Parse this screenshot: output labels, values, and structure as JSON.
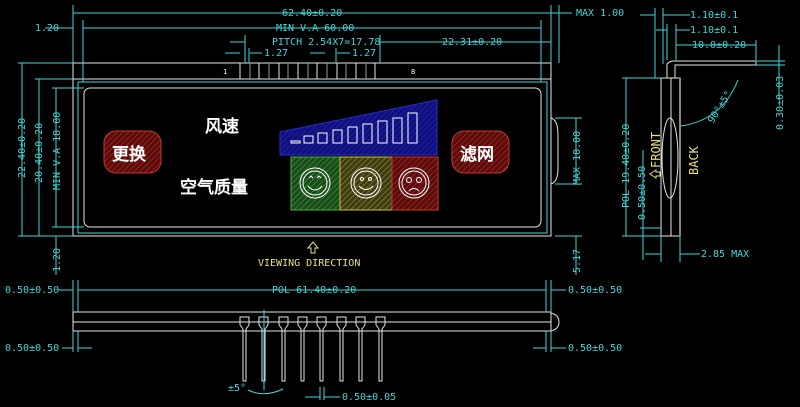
{
  "drawing": {
    "background": "#000000",
    "colors": {
      "dimension": "#3fd6d6",
      "outline": "#e6e6e6",
      "annotation": "#e8e07a",
      "icon_red": "#8b1414",
      "icon_blue": "#1a1aa0",
      "icon_green": "#2f9a2f",
      "icon_yellow": "#8d8a2a"
    },
    "front_view": {
      "dimensions": {
        "overall_width": "62.40±0.20",
        "min_va_width": "MIN V.A 60.00",
        "pitch": "PITCH 2.54X7=17.78",
        "pin_offset": "22.31±0.20",
        "pin_width_left": "1.27",
        "pin_width_right": "1.27",
        "left_margin": "1.20",
        "max_thickness": "MAX 1.00",
        "overall_height": "22.40±0.20",
        "inner_height": "20.40±0.20",
        "min_va_height": "MIN V.A 18.00",
        "bottom_margin": "1.20",
        "max_10": "MAX 10.00",
        "offset_517": "5.17"
      },
      "pin_labels": {
        "first": "1",
        "last": "8"
      },
      "display": {
        "icon_replace": "更换",
        "icon_filter": "滤网",
        "label_wind_speed": "风速",
        "label_air_quality": "空气质量",
        "wind_speed_bars": 9,
        "air_quality_faces": [
          "good",
          "moderate",
          "bad"
        ]
      },
      "viewing_direction": "VIEWING DIRECTION"
    },
    "side_view": {
      "dimensions": {
        "top_a": "1.10±0.1",
        "top_b": "1.10±0.1",
        "tab_length": "10.0±0.20",
        "thickness": "0.30±0.03",
        "angle": "90°±5°",
        "pol_height": "POL 19.40±0.20",
        "pol_offset": "0.50±0.50",
        "max_depth": "2.85 MAX"
      },
      "labels": {
        "front": "FRONT",
        "back": "BACK"
      }
    },
    "bottom_view": {
      "dimensions": {
        "pol_width": "POL 61.40±0.20",
        "left_offset_top": "0.50±0.50",
        "right_offset_top": "0.50±0.50",
        "left_offset_bottom": "0.50±0.50",
        "right_offset_bottom": "0.50±0.50",
        "pin_angle": "±5°",
        "pin_thickness": "0.50±0.05"
      },
      "pin_count": 8
    }
  }
}
